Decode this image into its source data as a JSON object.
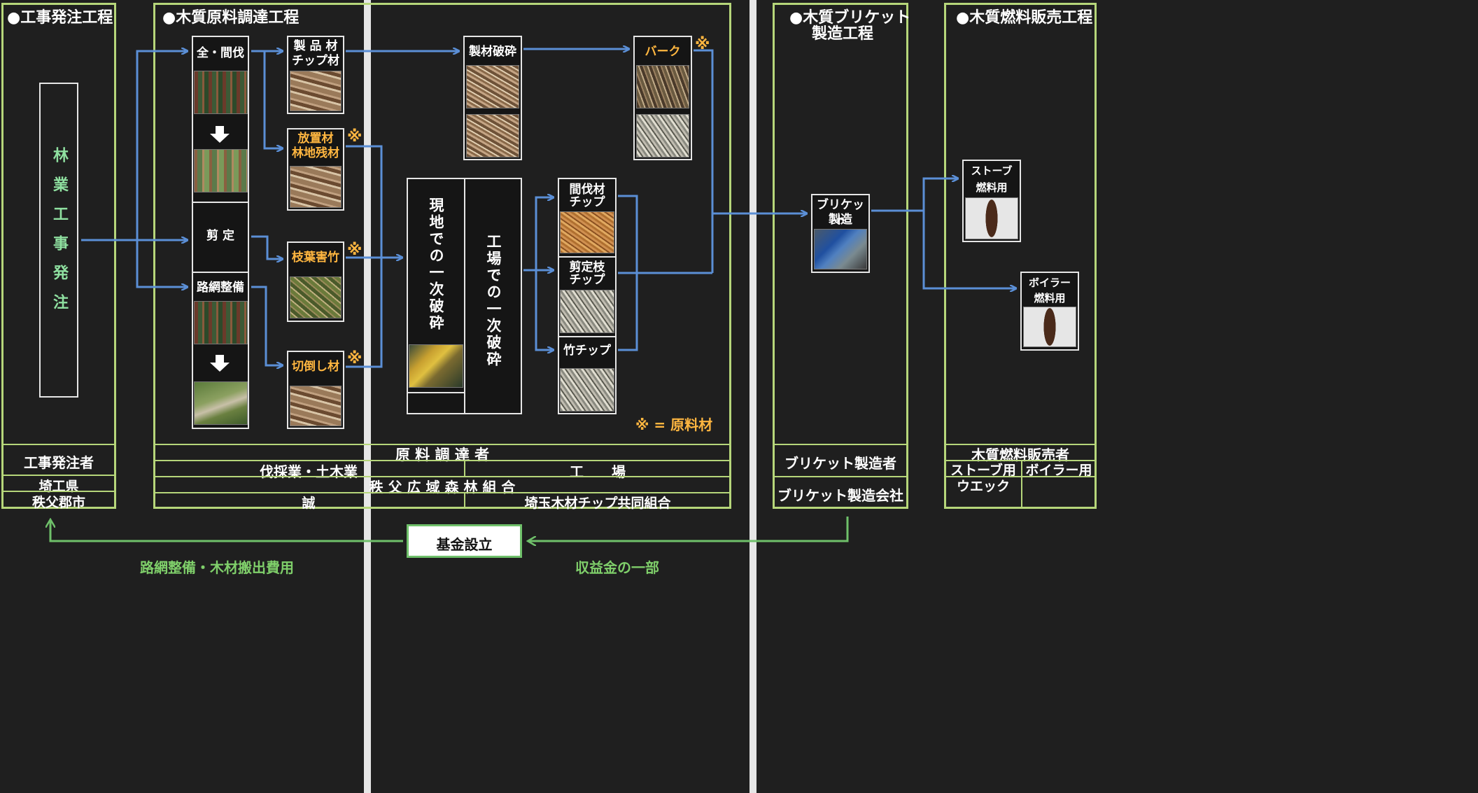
{
  "sections": {
    "order": {
      "title": "●工事発注工程",
      "vertical": "林業工事発注",
      "role": "工事発注者",
      "org1": "埼工県",
      "org2": "秩父郡市"
    },
    "procure": {
      "title": "●木質原料調達工程"
    },
    "briquette": {
      "title_l1": "●木質ブリケット",
      "title_l2": "製造工程",
      "role": "ブリケット製造者",
      "org": "ブリケット製造会社"
    },
    "sales": {
      "title": "●木質燃料販売工程",
      "role": "木質燃料販売者",
      "col1": "ストーブ用",
      "col2": "ボイラー用",
      "org": "ウエック"
    }
  },
  "footer": {
    "procurer": "原 料 調 達 者",
    "col_left": "伐採業・土木業",
    "col_right": "工　　場",
    "union": "秩 父 広 域 森 林 組 合",
    "left_org": "誠",
    "right_org": "埼玉木材チップ共同組合"
  },
  "nodes": {
    "clearcut": "全・間伐",
    "prune": "剪 定",
    "road": "路網整備",
    "product_l1": "製 品 材",
    "product_l2": "チップ材",
    "left_l1": "放置材",
    "left_l2": "林地残材",
    "branch": "枝葉害竹",
    "cut": "切倒し材",
    "sawmill": "製材破砕",
    "bark": "バーク",
    "onsite": "現地での一次破砕",
    "factory": "工場での一次破砕",
    "chip1_l1": "間伐材",
    "chip1_l2": "チップ",
    "chip2_l1": "剪定枝",
    "chip2_l2": "チップ",
    "chip3": "竹チップ",
    "briq_l1": "ブリケット",
    "briq_l2": "製造",
    "stove_l1": "ストーブ",
    "stove_l2": "燃料用",
    "boiler_l1": "ボイラー",
    "boiler_l2": "燃料用"
  },
  "mark": "※",
  "legend": "※ = 原料材",
  "fund": {
    "label": "基金設立",
    "left_caption": "路網整備・木材搬出費用",
    "right_caption": "収益金の一部"
  },
  "colors": {
    "frame": "#b6d67a",
    "flow": "#5b8fd6",
    "fund_flow": "#6fc06a",
    "orange": "#ffb640"
  }
}
